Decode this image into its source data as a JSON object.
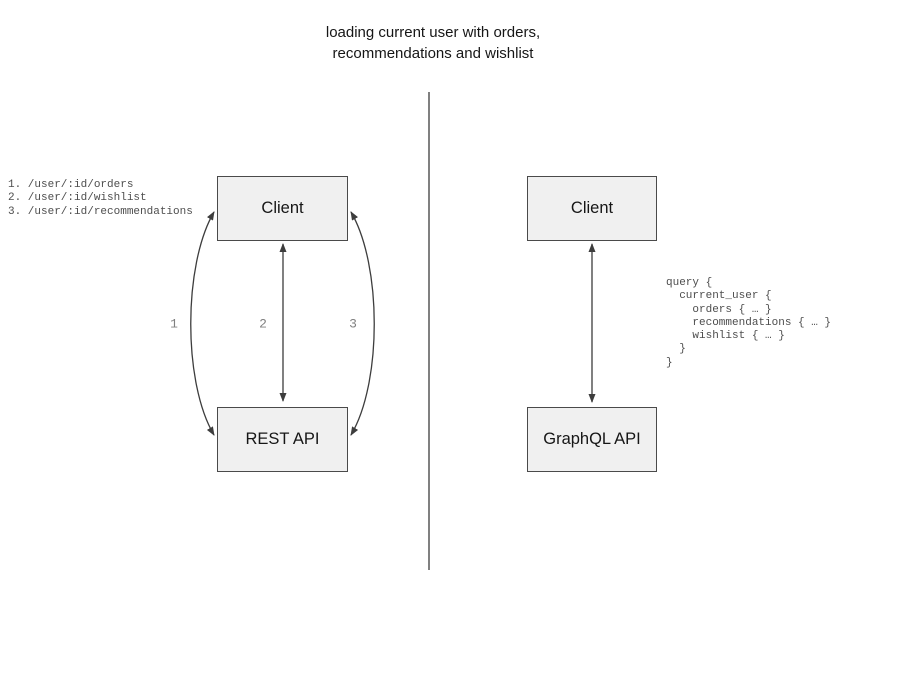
{
  "title": "loading current user with orders,\nrecommendations and wishlist",
  "left_panel": {
    "client_label": "Client",
    "api_label": "REST API",
    "endpoints": "1. /user/:id/orders\n2. /user/:id/wishlist\n3. /user/:id/recommendations",
    "arrow_labels": [
      "1",
      "2",
      "3"
    ]
  },
  "right_panel": {
    "client_label": "Client",
    "api_label": "GraphQL API",
    "query": "query {\n  current_user {\n    orders { … }\n    recommendations { … }\n    wishlist { … }\n  }\n}"
  },
  "colors": {
    "box_fill": "#f0f0f0",
    "box_border": "#4a4a4a",
    "arrow_stroke": "#3d3d3d",
    "divider_line": "#4a4a4a",
    "arrow_label_text": "#808080",
    "code_text": "#4d4d4d",
    "heading_text": "#161616"
  }
}
